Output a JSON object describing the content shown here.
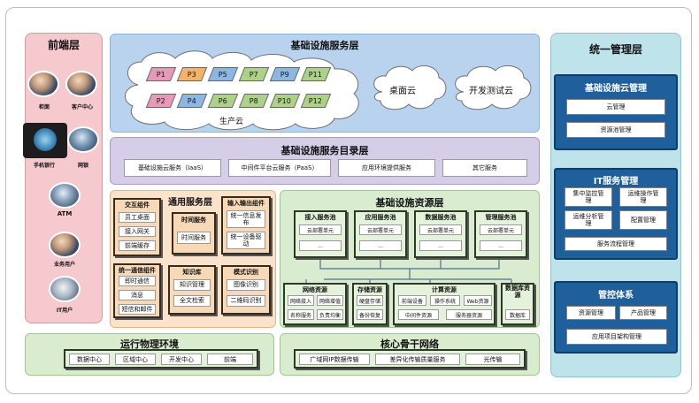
{
  "front": {
    "title": "前端层",
    "clients": [
      {
        "label": "柜面"
      },
      {
        "label": "客户中心"
      },
      {
        "label": "手机银行"
      },
      {
        "label": "网银"
      },
      {
        "label": "ATM"
      },
      {
        "label": "业务用户"
      },
      {
        "label": "IT用户"
      }
    ]
  },
  "infra": {
    "title": "基础设施服务层",
    "tiles_top": [
      "P1",
      "P3",
      "P5",
      "P7",
      "P9",
      "P11"
    ],
    "tiles_bottom": [
      "P2",
      "P4",
      "P6",
      "P8",
      "P10",
      "P12"
    ],
    "production_cloud": "生产云",
    "desktop_cloud": "桌面云",
    "devtest_cloud": "开发测试云"
  },
  "catalog": {
    "title": "基础设施服务目录层",
    "items": [
      "基础设施云服务（IaaS）",
      "中间件平台云服务（PaaS）",
      "应用环境提供服务",
      "其它服务"
    ]
  },
  "common": {
    "title": "通用服务层",
    "interaction": {
      "title": "交互组件",
      "items": [
        "员工桌面",
        "接入网关",
        "前端缓存"
      ]
    },
    "time": {
      "title": "时间服务",
      "items": [
        "时间服务"
      ]
    },
    "io": {
      "title": "输入输出组件",
      "items": [
        "统一信息发布",
        "统一设备驱动"
      ]
    },
    "comm": {
      "title": "统一通信组件",
      "items": [
        "即时通信",
        "消息",
        "短信和邮件"
      ]
    },
    "knowledge": {
      "title": "知识库",
      "items": [
        "知识管理",
        "全文检索"
      ]
    },
    "pattern": {
      "title": "模式识别",
      "items": [
        "图像识别",
        "二维码识别"
      ]
    }
  },
  "resource": {
    "title": "基础设施资源层",
    "pools": [
      {
        "title": "接入服务池",
        "items": [
          "云部署单元",
          "..."
        ]
      },
      {
        "title": "应用服务池",
        "items": [
          "云部署单元",
          "..."
        ]
      },
      {
        "title": "数据服务池",
        "items": [
          "云部署单元",
          "..."
        ]
      },
      {
        "title": "管理服务池",
        "items": [
          "云部署单元",
          "..."
        ]
      }
    ],
    "network": {
      "title": "网络资源",
      "items": [
        "网络接入",
        "网络增值",
        "名称服务",
        "负责均衡"
      ]
    },
    "storage": {
      "title": "存储资源",
      "items": [
        "硬盘存储",
        "备份恢复"
      ]
    },
    "compute": {
      "title": "计算资源",
      "items": [
        "前端设备",
        "操作系统",
        "Web资源",
        "中间件资源",
        "服务器资源"
      ]
    },
    "database": {
      "title": "数据库资源",
      "items": [
        "数据库"
      ]
    }
  },
  "ops": {
    "title": "运行物理环境",
    "items": [
      "数据中心",
      "区域中心",
      "开发中心",
      "前端"
    ]
  },
  "backbone": {
    "title": "核心骨干网络",
    "items": [
      "广域网IP数据传输",
      "差异化传输质量服务",
      "光传输"
    ]
  },
  "mgmt": {
    "title": "统一管理层",
    "cloud": {
      "title": "基础设施云管理",
      "items": [
        "云管理",
        "资源池管理"
      ]
    },
    "it": {
      "title": "IT服务管理",
      "items": [
        "集中监控管理",
        "运维操作管理",
        "运维分析管理",
        "配置管理",
        "服务流程管理"
      ]
    },
    "control": {
      "title": "管控体系",
      "items": [
        "资源管理",
        "产品管理",
        "应用项目架构管理"
      ]
    }
  },
  "colors": {
    "front_bg": "#f6c9cf",
    "infra_bg": "#b9d3ef",
    "catalog_bg": "#d6cde8",
    "common_bg": "#fbe3cb",
    "resource_bg": "#d9ecd0",
    "mgmt_bg": "#bfe3ea",
    "mgmt_card": "#1f5f9b"
  }
}
